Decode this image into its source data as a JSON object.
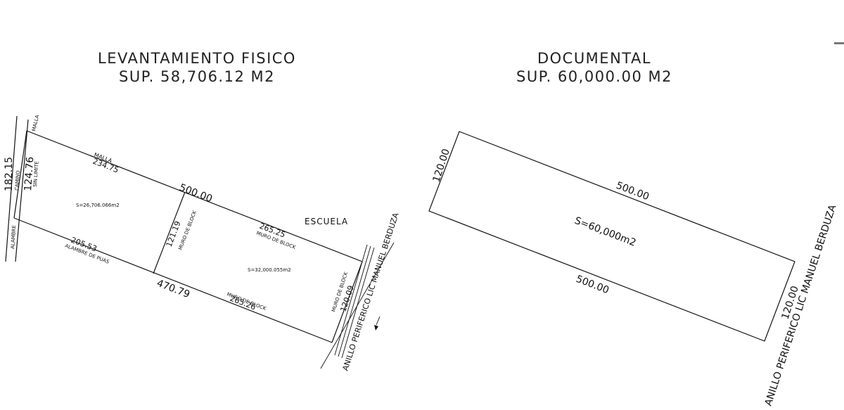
{
  "left": {
    "title": "LEVANTAMIENTO FISICO",
    "subtitle": "SUP. 58,706.12 M2",
    "labels": {
      "malla_top": "MALLA",
      "malla": "MALLA",
      "d234": "234.75",
      "d500": "500.00",
      "d182": "182.15",
      "camino": "CAMINO",
      "d124": "124.76",
      "sin_limite": "SIN LIMITE",
      "area1": "S=26,706.066m2",
      "alambre_left": "ALAMBRE",
      "d205": "205.53",
      "alambre_puas": "ALAMBRE DE PUAS",
      "d121": "121.19",
      "muro_block_mid": "MURO DE BLOCK",
      "d265_top": "265.25",
      "muro_block_top": "MURO DE BLOCK",
      "escuela": "ESCUELA",
      "area2": "S=32,000.055m2",
      "d470": "470.79",
      "muro_block_bot": "MURO DE BLOCK",
      "d265_bot": "265.26",
      "muro_block_right": "MURO DE BLOCK",
      "d120": "120.09",
      "road": "ANILLO PERIFERICO LIC MANUEL BERDUZA"
    }
  },
  "right": {
    "title": "DOCUMENTAL",
    "subtitle": "SUP. 60,000.00 M2",
    "labels": {
      "left_side": "120.00",
      "top_side": "500.00",
      "area": "S=60,000m2",
      "bottom_side": "500.00",
      "right_side": "120.00",
      "road": "ANILLO PERIFERICO LIC MANUEL BERDUZA"
    }
  }
}
